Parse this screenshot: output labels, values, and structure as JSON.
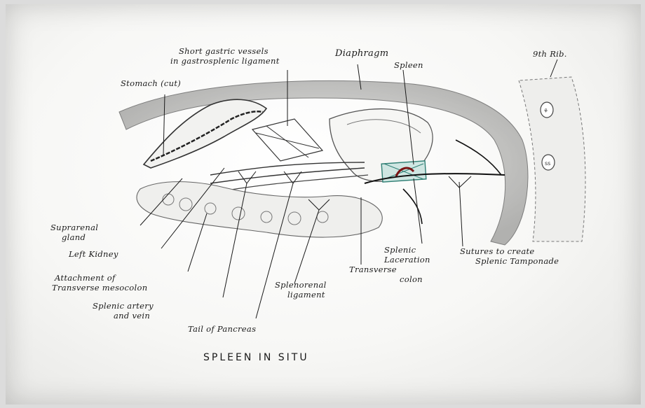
{
  "labels": {
    "short_gastric": [
      "Short gastric vessels",
      "in gastrosplenic ligament"
    ],
    "diaphragm": "Diaphragm",
    "spleen": "Spleen",
    "rib": "9th Rib.",
    "stomach": "Stomach (cut)",
    "suprarenal": [
      "Suprarenal",
      "gland"
    ],
    "kidney": "Left Kidney",
    "mesocolon": [
      "Attachment of",
      "Transverse mesocolon"
    ],
    "splenic_artery": [
      "Splenic artery",
      "and vein"
    ],
    "tail_pancreas": "Tail of Pancreas",
    "splenorenal": [
      "Splenorenal",
      "ligament"
    ],
    "transverse_colon": [
      "Transverse",
      "colon"
    ],
    "laceration": [
      "Splenic",
      "Laceration"
    ],
    "sutures": [
      "Sutures to create",
      "Splenic Tamponade"
    ]
  },
  "caption": "SPLEEN IN SITU"
}
